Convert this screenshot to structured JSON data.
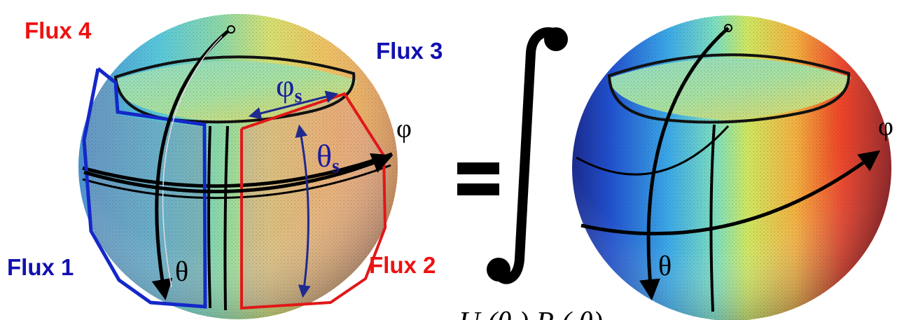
{
  "labels": {
    "flux1": "Flux 1",
    "flux2": "Flux 2",
    "flux3": "Flux 3",
    "flux4": "Flux 4"
  },
  "greek": {
    "phi_s_base": "φ",
    "phi_s_sub": "s",
    "theta_s_base": "θ",
    "theta_s_sub": "s",
    "phi": "φ",
    "theta": "θ",
    "phi_right": "φ",
    "theta_right": "θ"
  },
  "symbols": {
    "equals": "=",
    "integral": "∫"
  },
  "formula_partial": "U     (θ    )   R      (      θ)",
  "colors": {
    "flux_blue": "#1010b0",
    "flux_red": "#ee1111",
    "greek_blue": "#1c1c9c",
    "arrow_black": "#000000",
    "arrow_blue": "#1f2a8f",
    "region_blue_outline": "#1428c8",
    "region_red_outline": "#e01818"
  }
}
